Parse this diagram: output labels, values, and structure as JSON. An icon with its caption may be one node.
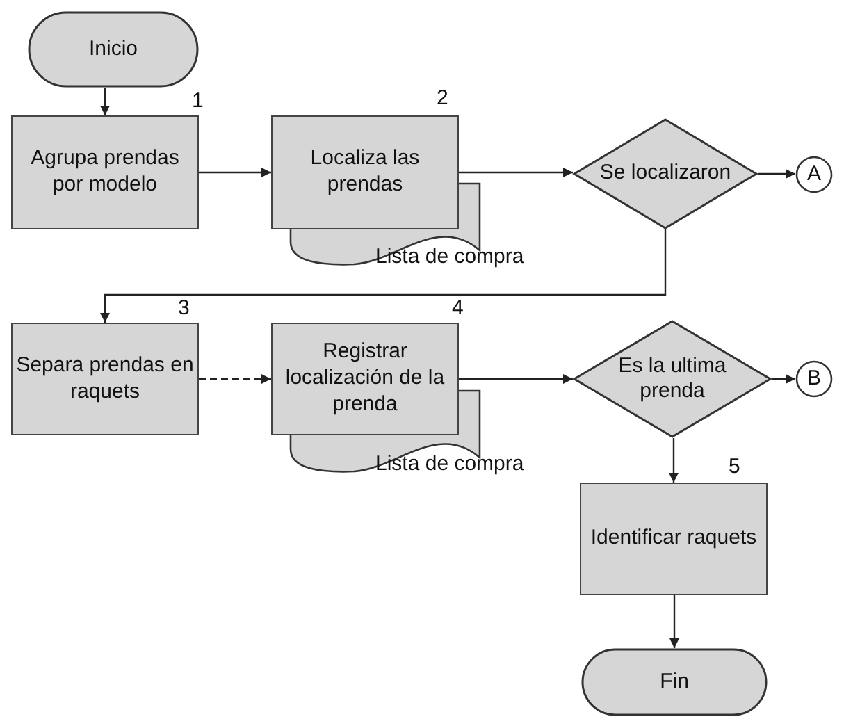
{
  "diagram": {
    "nodes": [
      {
        "text": [
          "Inicio"
        ]
      },
      {
        "text": [
          "Agrupa prendas por modelo"
        ],
        "beside": [
          "1"
        ]
      },
      {
        "text": [
          "Localiza las prendas"
        ],
        "beside": [
          "2"
        ]
      },
      {
        "text": [
          "Lista de compra"
        ]
      },
      {
        "text": [
          "Se localizaron"
        ]
      },
      {
        "text": [
          "A"
        ]
      },
      {
        "text": [
          "Separa prendas en raquets"
        ],
        "beside": [
          "3"
        ]
      },
      {
        "text": [
          "Registrar localización de la prenda"
        ],
        "beside": [
          "4"
        ]
      },
      {
        "text": [
          "Lista de compra"
        ]
      },
      {
        "text": [
          "Es la ultima prenda"
        ]
      },
      {
        "text": [
          "B"
        ]
      },
      {
        "text": [
          "Identificar raquets"
        ],
        "beside": [
          "5"
        ]
      },
      {
        "text": [
          "Fin"
        ]
      }
    ],
    "edges": [
      {
        "from": 0,
        "to": 1,
        "arrow": "to"
      },
      {
        "from": 1,
        "to": 2,
        "arrow": "to"
      },
      {
        "from": 2,
        "to": 4,
        "arrow": "to"
      },
      {
        "from": 4,
        "to": 5,
        "arrow": "to"
      },
      {
        "from": 4,
        "to": 6,
        "arrow": "to"
      },
      {
        "from": 6,
        "to": 7,
        "arrow": "to",
        "style": "dashed"
      },
      {
        "from": 7,
        "to": 9,
        "arrow": "to"
      },
      {
        "from": 9,
        "to": 10,
        "arrow": "to"
      },
      {
        "from": 9,
        "to": 11,
        "arrow": "to"
      },
      {
        "from": 11,
        "to": 12,
        "arrow": "to"
      }
    ]
  }
}
